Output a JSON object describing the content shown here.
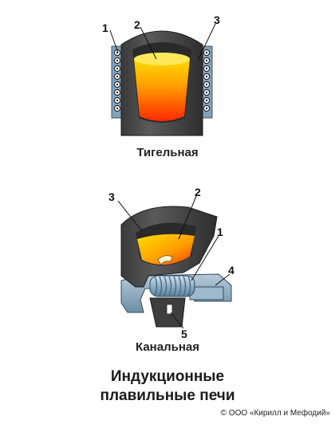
{
  "crucible": {
    "caption": "Тигельная",
    "labels": [
      "1",
      "2",
      "3"
    ]
  },
  "channel": {
    "caption": "Канальная",
    "labels": [
      "3",
      "2",
      "1",
      "4",
      "5"
    ]
  },
  "title": {
    "line1": "Индукционные",
    "line2": "плавильные печи"
  },
  "copyright": "© ООО «Кирилл и Мефодий»",
  "colors": {
    "furnace_body": "#4a4a4a",
    "coil": "#9ab7cc",
    "melt_hot": "#ff3000",
    "melt_warm": "#ffd400",
    "yoke": "#8aa8bf"
  }
}
